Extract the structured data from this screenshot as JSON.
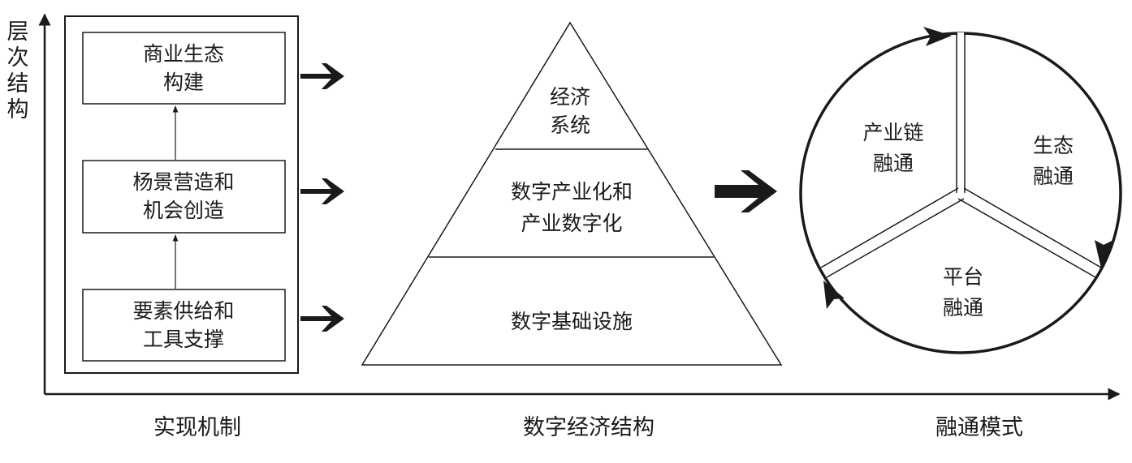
{
  "y_axis_label": [
    "层",
    "次",
    "结",
    "构"
  ],
  "mechanism": {
    "box_top": [
      "商业生态",
      "构建"
    ],
    "box_mid": [
      "杨景营造和",
      "机会创造"
    ],
    "box_bot": [
      "要素供给和",
      "工具支撑"
    ],
    "caption": "实现机制"
  },
  "pyramid": {
    "top": [
      "经济",
      "系统"
    ],
    "mid": [
      "数字产业化和",
      "产业数字化"
    ],
    "bot": "数字基础设施",
    "caption": "数字经济结构"
  },
  "circle": {
    "left": [
      "产业链",
      "融通"
    ],
    "right": [
      "生态",
      "融通"
    ],
    "bottom": [
      "平台",
      "融通"
    ],
    "caption": "融通模式"
  }
}
